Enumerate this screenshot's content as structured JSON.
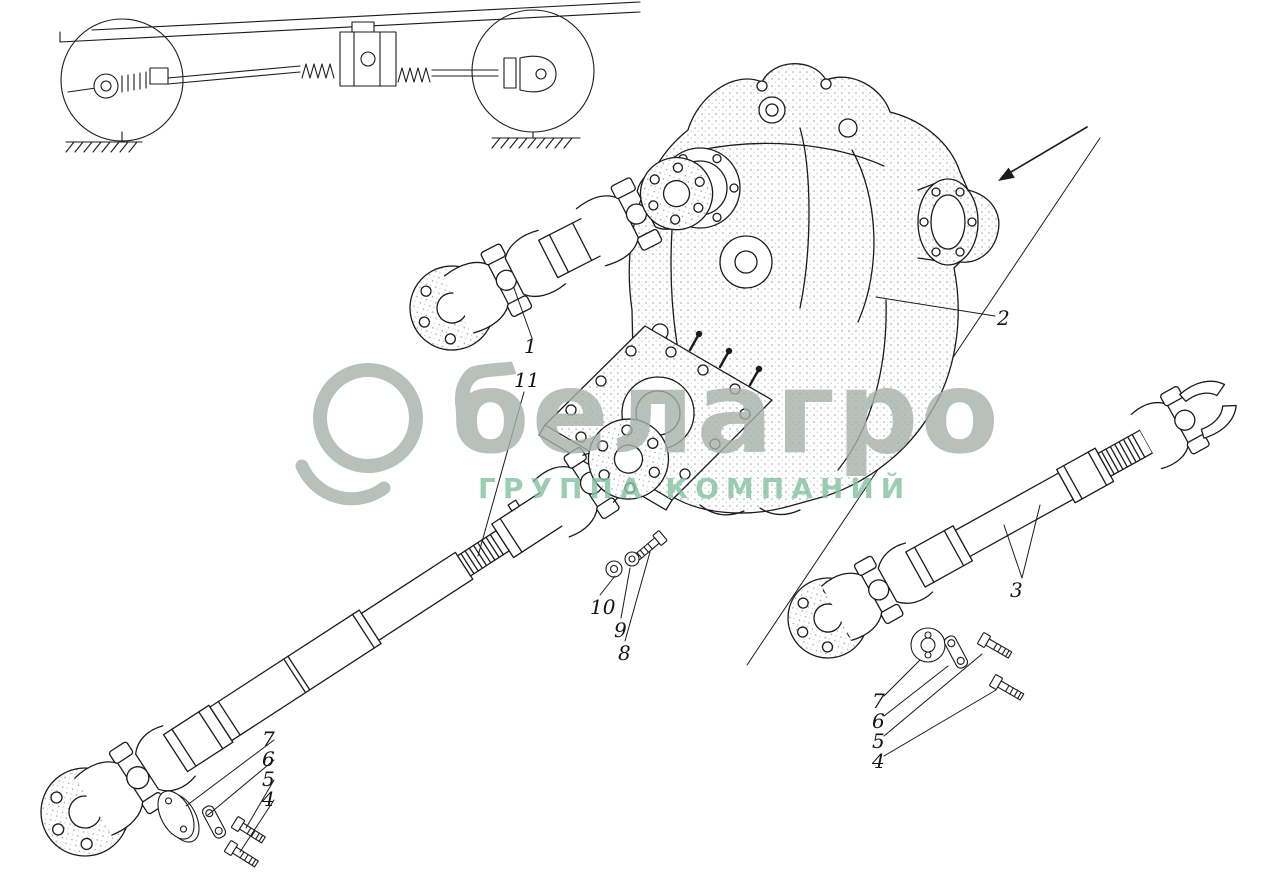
{
  "callouts": [
    {
      "label": "1"
    },
    {
      "label": "11"
    },
    {
      "label": "2"
    },
    {
      "label": "3"
    },
    {
      "label": "10"
    },
    {
      "label": "9"
    },
    {
      "label": "8"
    },
    {
      "label": "7"
    },
    {
      "label": "6"
    },
    {
      "label": "5"
    },
    {
      "label": "4"
    },
    {
      "label": "7"
    },
    {
      "label": "6"
    },
    {
      "label": "5"
    },
    {
      "label": "4"
    }
  ],
  "watermark": {
    "brand": "белагро",
    "subtitle": "ГРУППА КОМПАНИЙ",
    "brand_color": "#a7b1ab",
    "subtitle_color": "#83c1a1"
  },
  "colors": {
    "ink": "#1b1b1b",
    "background": "#ffffff"
  }
}
